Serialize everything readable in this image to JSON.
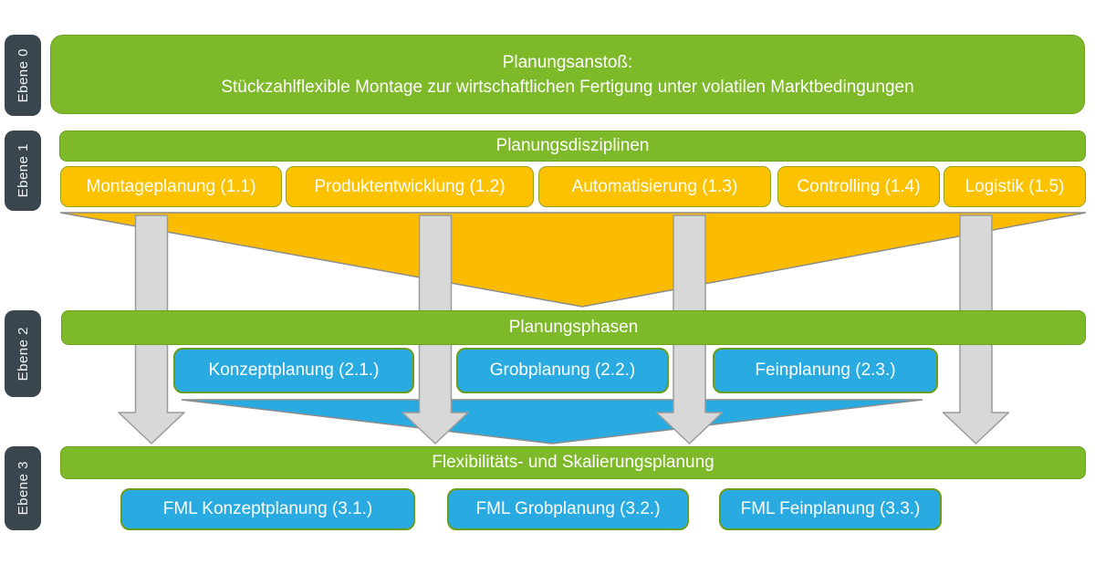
{
  "levels": [
    {
      "label": "Ebene 0"
    },
    {
      "label": "Ebene 1"
    },
    {
      "label": "Ebene 2"
    },
    {
      "label": "Ebene 3"
    }
  ],
  "trigger_banner": {
    "line1": "Planungsanstoß:",
    "line2": "Stückzahlflexible Montage zur wirtschaftlichen Fertigung unter volatilen Marktbedingungen"
  },
  "disciplines": {
    "header": "Planungsdisziplinen",
    "items": [
      {
        "label": "Montageplanung (1.1)"
      },
      {
        "label": "Produktentwicklung (1.2)"
      },
      {
        "label": "Automatisierung (1.3)"
      },
      {
        "label": "Controlling (1.4)"
      },
      {
        "label": "Logistik (1.5)"
      }
    ]
  },
  "phases": {
    "header": "Planungsphasen",
    "items": [
      {
        "label": "Konzeptplanung (2.1.)"
      },
      {
        "label": "Grobplanung (2.2.)"
      },
      {
        "label": "Feinplanung (2.3.)"
      }
    ]
  },
  "fml": {
    "header": "Flexibilitäts- und Skalierungsplanung",
    "items": [
      {
        "label": "FML Konzeptplanung (3.1.)"
      },
      {
        "label": "FML Grobplanung (3.2.)"
      },
      {
        "label": "FML Feinplanung (3.3.)"
      }
    ]
  },
  "colors": {
    "green": "#7DB928",
    "yellow": "#FCC200",
    "funnel_yellow": "#FBBC00",
    "blue": "#29ABE2",
    "arrow_gray": "#D8D8D8",
    "arrow_stroke": "#9B9B9B",
    "funnel_stroke": "#8C8C8C",
    "level_dark": "#3A464E"
  }
}
